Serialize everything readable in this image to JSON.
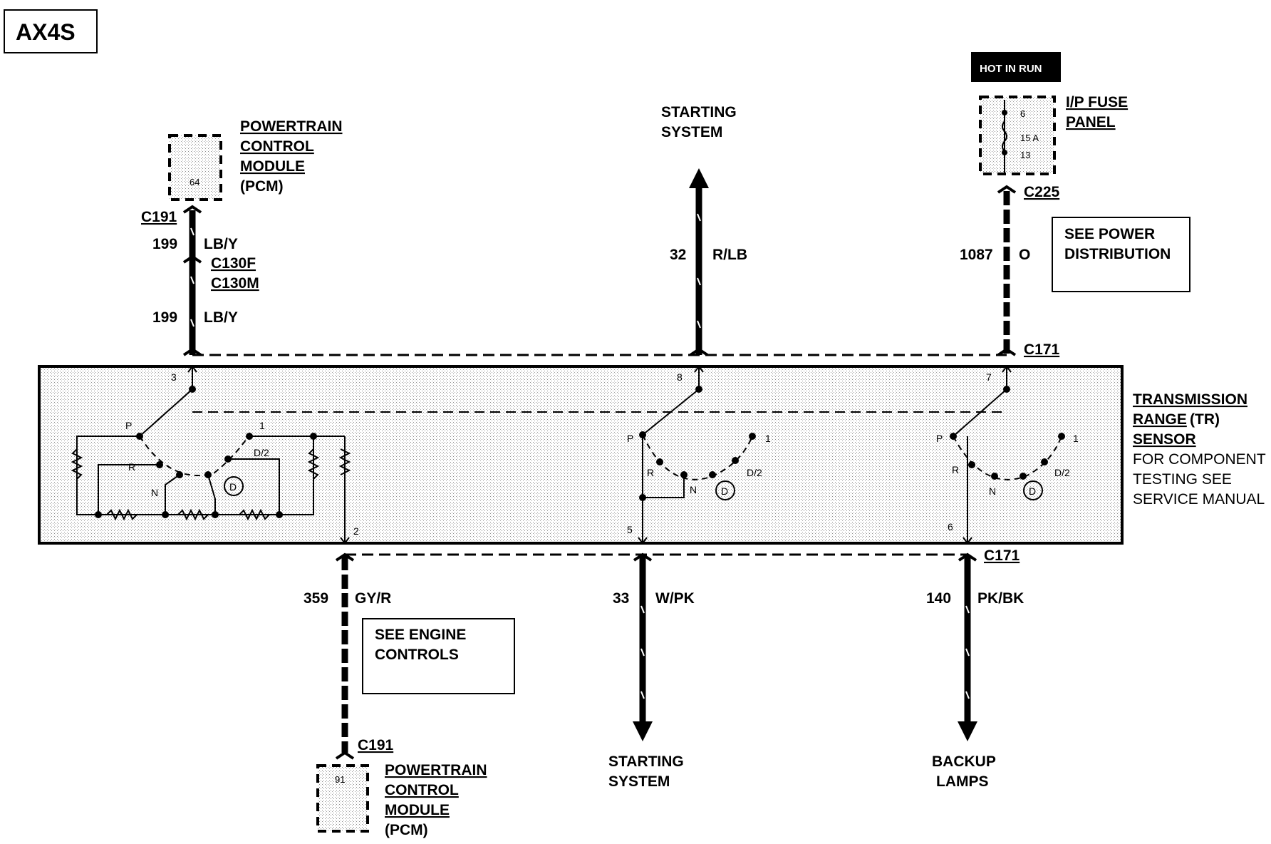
{
  "model_tag": "AX4S",
  "hot_in_run": "HOT IN RUN",
  "pcm_top": {
    "l1": "POWERTRAIN",
    "l2": "CONTROL",
    "l3": "MODULE",
    "l4": "(PCM)",
    "pin": "64"
  },
  "pcm_bottom": {
    "l1": "POWERTRAIN",
    "l2": "CONTROL",
    "l3": "MODULE",
    "l4": "(PCM)",
    "pin": "91"
  },
  "fuse_panel": {
    "l1": "I/P FUSE",
    "l2": "PANEL",
    "pin_in": "6",
    "rating": "15 A",
    "pin_out": "13"
  },
  "connectors": {
    "c191_top": "C191",
    "c130f": "C130F",
    "c130m": "C130M",
    "c225": "C225",
    "c171_top": "C171",
    "c171_bottom": "C171",
    "c191_bottom": "C191"
  },
  "wires": {
    "w199a": {
      "num": "199",
      "color": "LB/Y"
    },
    "w199b": {
      "num": "199",
      "color": "LB/Y"
    },
    "w32": {
      "num": "32",
      "color": "R/LB"
    },
    "w1087": {
      "num": "1087",
      "color": "O"
    },
    "w359": {
      "num": "359",
      "color": "GY/R"
    },
    "w33": {
      "num": "33",
      "color": "W/PK"
    },
    "w140": {
      "num": "140",
      "color": "PK/BK"
    }
  },
  "starting_top": {
    "l1": "STARTING",
    "l2": "SYSTEM"
  },
  "starting_bottom": {
    "l1": "STARTING",
    "l2": "SYSTEM"
  },
  "backup": {
    "l1": "BACKUP",
    "l2": "LAMPS"
  },
  "see_power": {
    "l1": "SEE POWER",
    "l2": "DISTRIBUTION"
  },
  "see_engine": {
    "l1": "SEE ENGINE",
    "l2": "CONTROLS"
  },
  "tr_sensor": {
    "l1": "TRANSMISSION",
    "l2": "RANGE",
    "l2b": "(TR)",
    "l3": "SENSOR",
    "l4": "FOR COMPONENT",
    "l5": "TESTING SEE",
    "l6": "SERVICE MANUAL"
  },
  "pins": {
    "p3": "3",
    "p8": "8",
    "p7": "7",
    "p2": "2",
    "p5": "5",
    "p6": "6"
  },
  "positions": {
    "P": "P",
    "R": "R",
    "N": "N",
    "D": "D",
    "D2": "D/2",
    "one": "1"
  }
}
